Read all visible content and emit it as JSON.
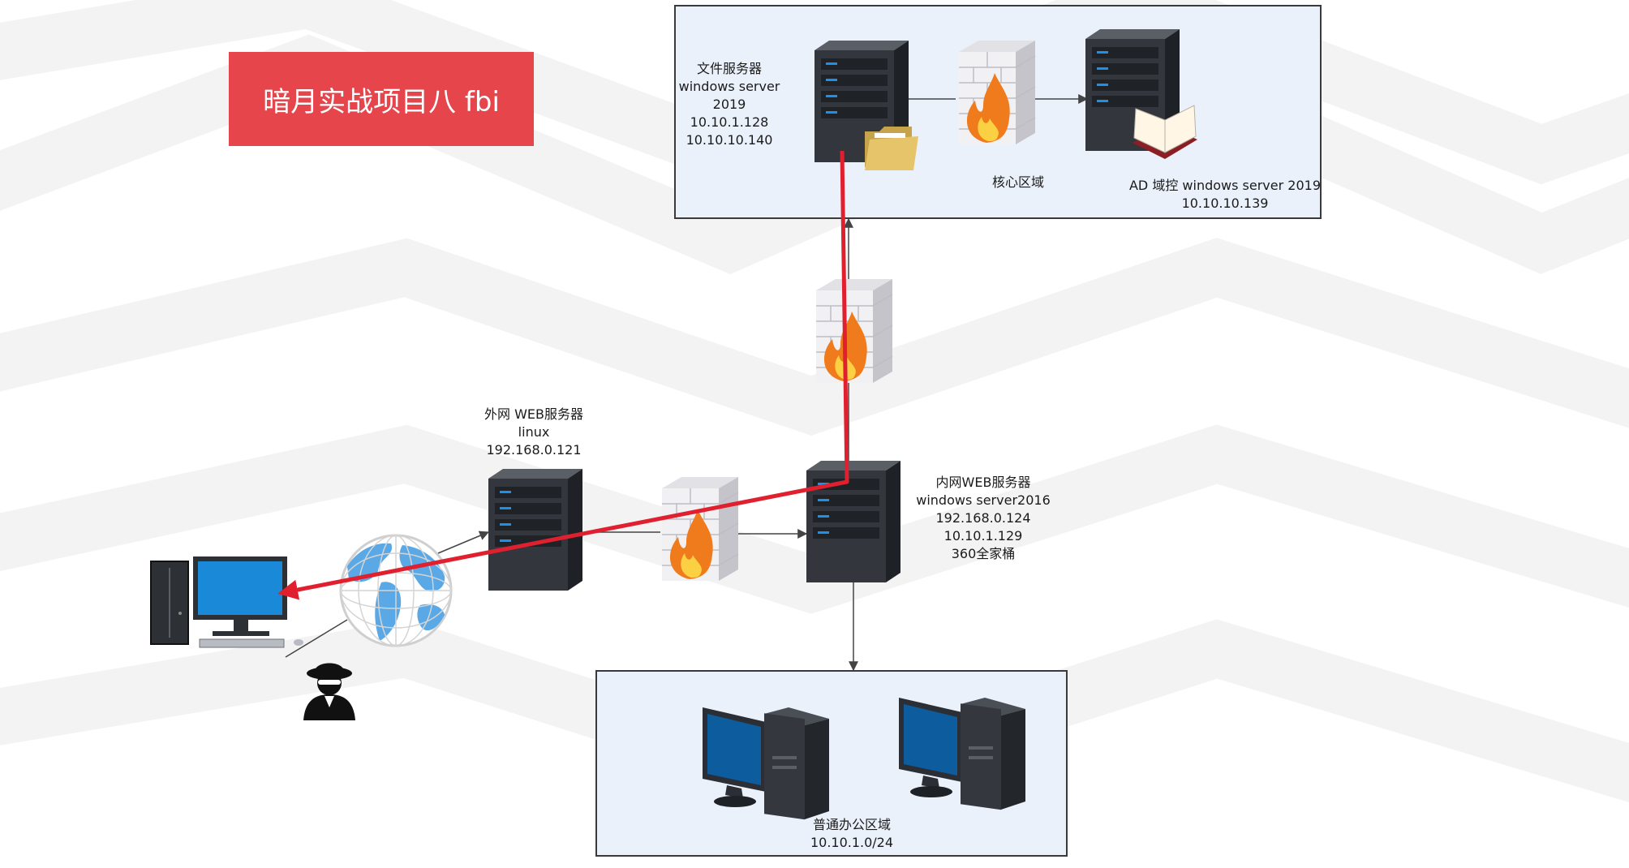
{
  "title": "暗月实战项目八 fbi",
  "colors": {
    "title_bg": "#e5454b",
    "zone_bg": "#eaf1fb",
    "attack_path": "#e0202e",
    "link": "#444444"
  },
  "nodes": {
    "file_server": {
      "icon": "server-icon",
      "lines": [
        "文件服务器",
        "windows server",
        "2019",
        "10.10.1.128",
        "10.10.10.140"
      ]
    },
    "core_zone": {
      "label": "核心区域"
    },
    "ad_controller": {
      "icon": "server-icon",
      "lines": [
        "AD 域控 windows server 2019",
        "10.10.10.139"
      ]
    },
    "external_web": {
      "icon": "server-icon",
      "lines": [
        "外网 WEB服务器",
        "linux",
        "192.168.0.121"
      ]
    },
    "internal_web": {
      "icon": "server-icon",
      "lines": [
        "内网WEB服务器",
        "windows server2016",
        "192.168.0.124",
        "10.10.1.129",
        "360全家桶"
      ]
    },
    "office_zone": {
      "lines": [
        "普通办公区域",
        "10.10.1.0/24"
      ]
    },
    "attacker": {
      "icon": "hacker-icon"
    },
    "internet": {
      "icon": "globe-icon"
    },
    "firewalls": [
      "firewall-icon",
      "firewall-icon",
      "firewall-icon"
    ]
  }
}
